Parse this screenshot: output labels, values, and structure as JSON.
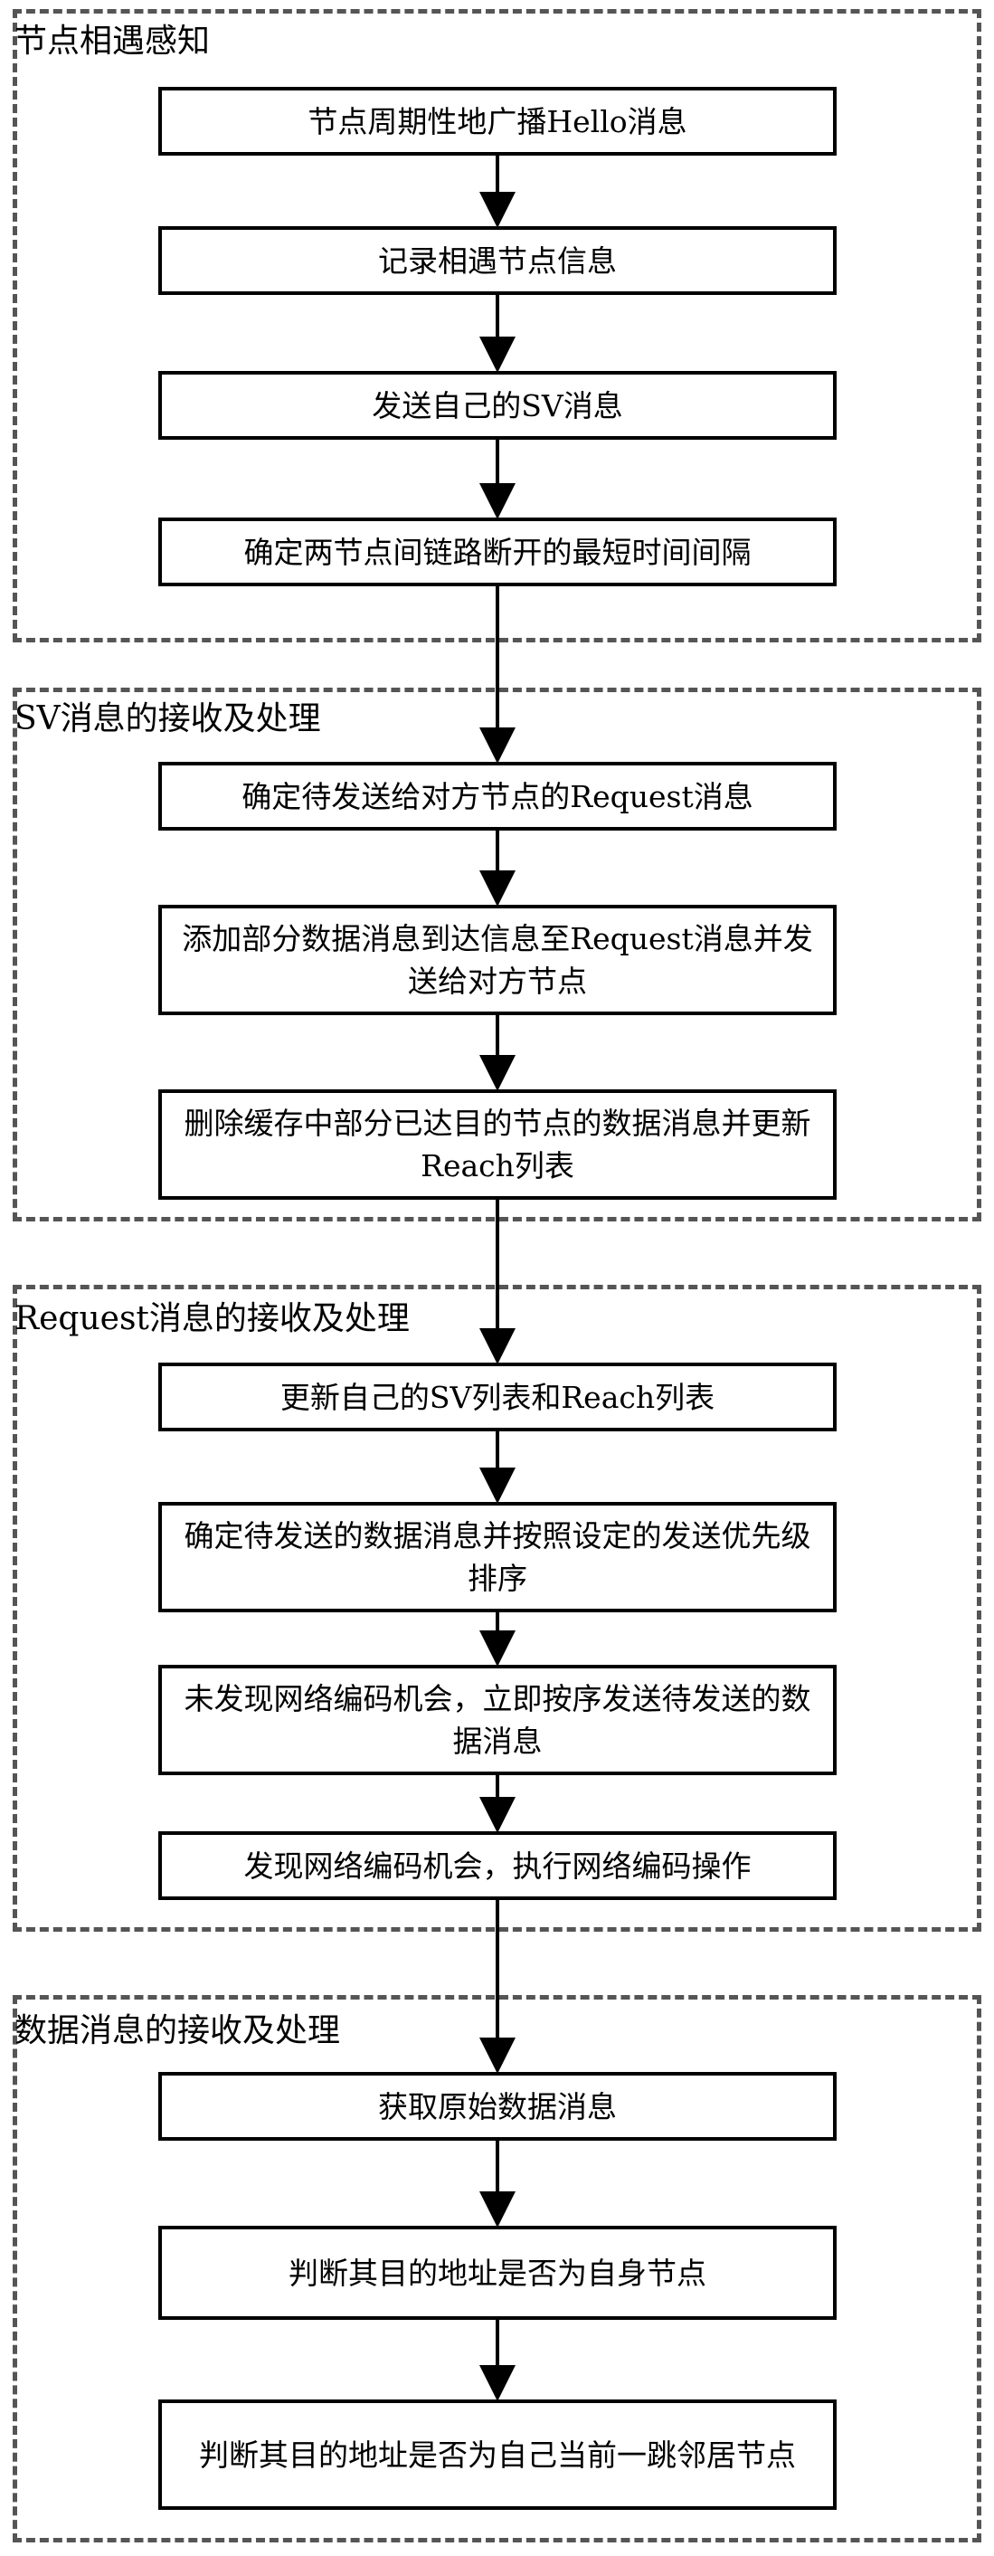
{
  "groups": [
    {
      "title": "节点相遇感知",
      "steps": [
        "节点周期性地广播Hello消息",
        "记录相遇节点信息",
        "发送自己的SV消息",
        "确定两节点间链路断开的最短时间间隔"
      ]
    },
    {
      "title": "SV消息的接收及处理",
      "steps": [
        "确定待发送给对方节点的Request消息",
        "添加部分数据消息到达信息至Request消息并发送给对方节点",
        "删除缓存中部分已达目的节点的数据消息并更新Reach列表"
      ]
    },
    {
      "title": "Request消息的接收及处理",
      "steps": [
        "更新自己的SV列表和Reach列表",
        "确定待发送的数据消息并按照设定的发送优先级排序",
        "未发现网络编码机会，立即按序发送待发送的数据消息",
        "发现网络编码机会，执行网络编码操作"
      ]
    },
    {
      "title": "数据消息的接收及处理",
      "steps": [
        "获取原始数据消息",
        "判断其目的地址是否为自身节点",
        "判断其目的地址是否为自己当前一跳邻居节点"
      ]
    }
  ]
}
